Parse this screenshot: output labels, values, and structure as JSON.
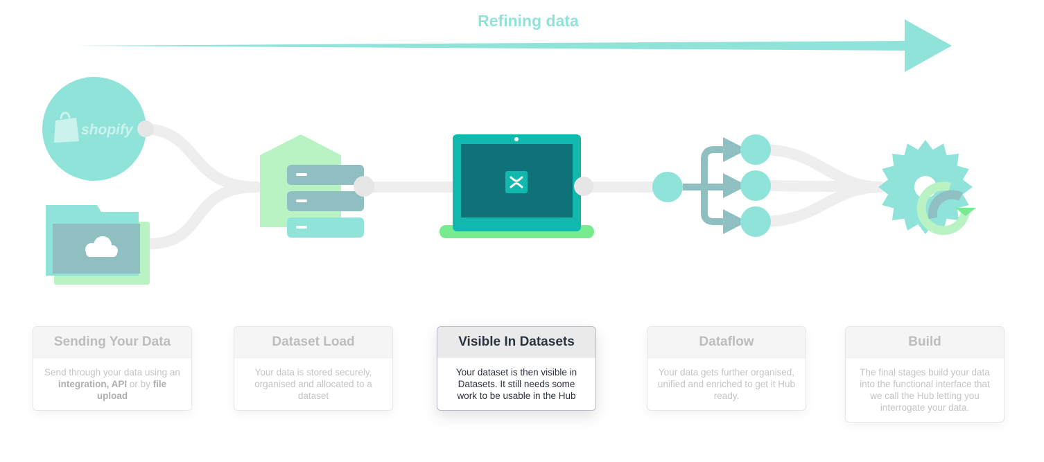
{
  "header": {
    "title": "Refining data"
  },
  "logo": {
    "text": "shopify"
  },
  "colors": {
    "teal": "#8fe3d9",
    "dark_teal": "#0f7279",
    "laptop_frame": "#12b8ad",
    "mint": "#b9f3c4",
    "green": "#78ea8f",
    "grey_blue": "#8fbfc0",
    "connector": "#eeeeee",
    "active_text": "#2c3340",
    "inactive_text": "#bdbdbd"
  },
  "stages": [
    {
      "title": "Sending Your Data",
      "desc": [
        {
          "t": "Send through your data using an "
        },
        {
          "t": "integration, API",
          "b": true
        },
        {
          "t": " or by "
        },
        {
          "t": "file upload",
          "b": true
        }
      ]
    },
    {
      "title": "Dataset Load",
      "desc": [
        {
          "t": "Your data is stored securely, organised and allocated to a dataset"
        }
      ]
    },
    {
      "title": "Visible In Datasets",
      "active": true,
      "desc": [
        {
          "t": "Your dataset is then visible in Datasets. It still needs some work to be usable in the Hub"
        }
      ]
    },
    {
      "title": "Dataflow",
      "desc": [
        {
          "t": "Your data gets further organised, unified and enriched to get it Hub ready."
        }
      ]
    },
    {
      "title": "Build",
      "desc": [
        {
          "t": "The final stages build your data into the functional interface that we call the Hub letting you interrogate your data."
        }
      ]
    }
  ]
}
